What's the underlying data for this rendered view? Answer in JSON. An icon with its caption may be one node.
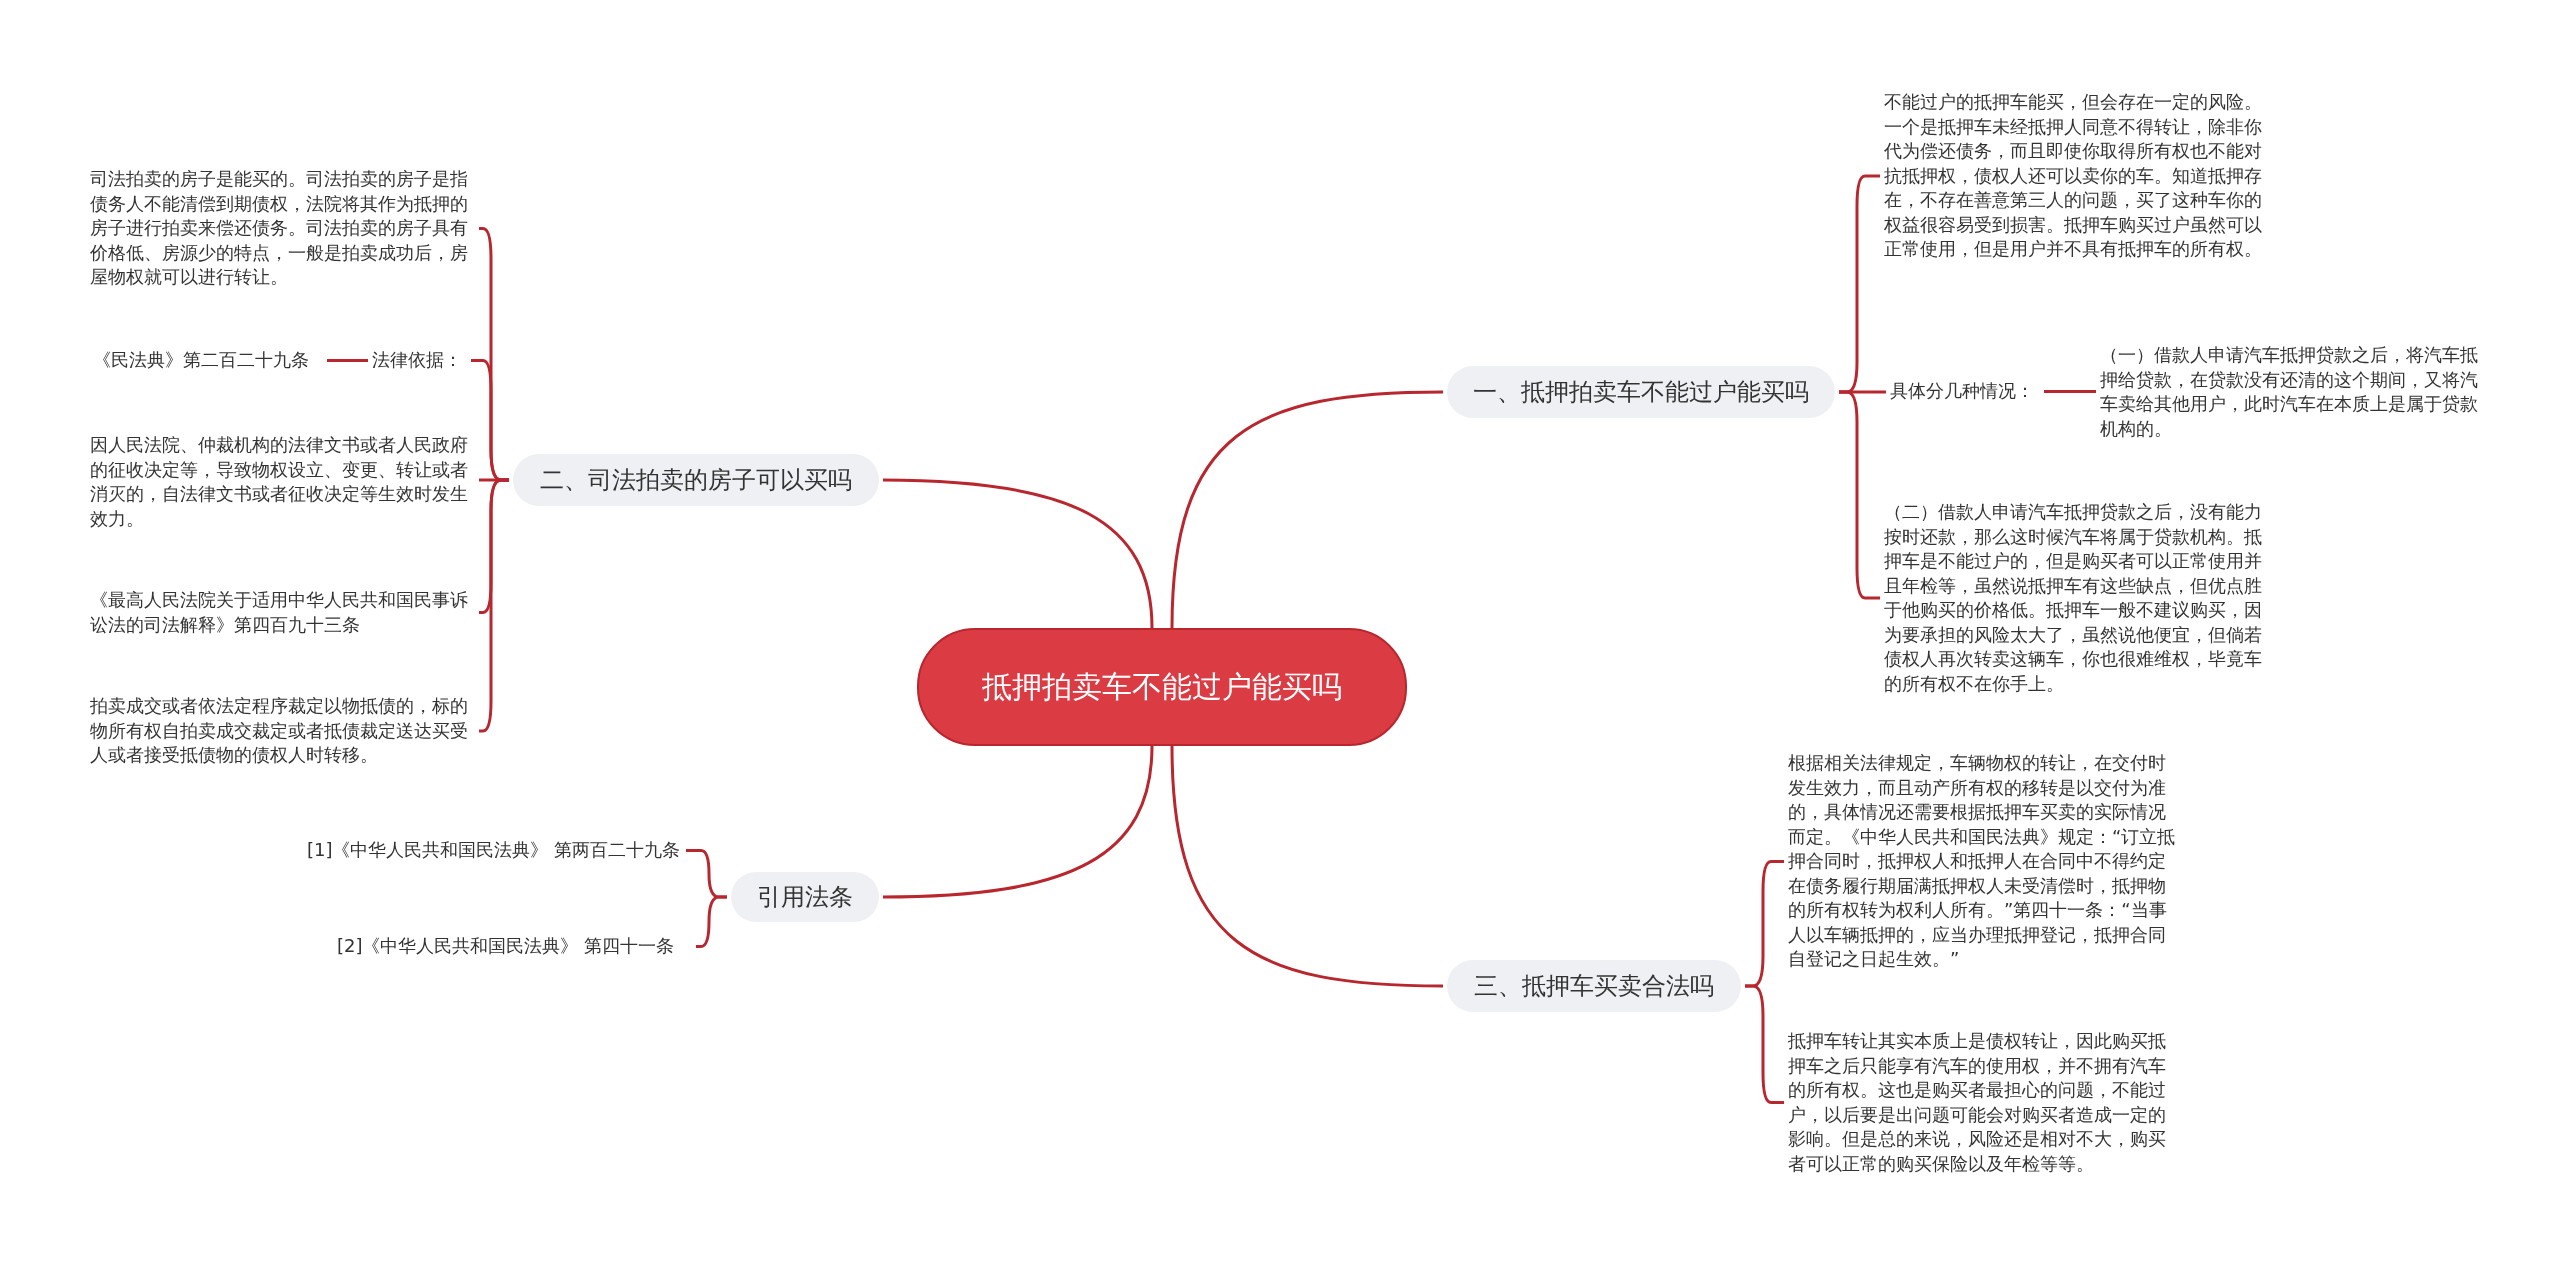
{
  "diagram": {
    "nodes": [
      {
        "text": [
          "抵押拍卖车不能过户能买吗"
        ]
      },
      {
        "text": [
          "一、抵押拍卖车不能过户能买吗"
        ]
      },
      {
        "text": [
          "不能过户的抵押车能买，但会存在一定的风险。一个是抵押车未经抵押人同意不得转让，除非你代为偿还债务，而且即使你取得所有权也不能对抗抵押权，债权人还可以卖你的车。知道抵押存在，不存在善意第三人的问题，买了这种车你的权益很容易受到损害。抵押车购买过户虽然可以正常使用，但是用户并不具有抵押车的所有权。"
        ]
      },
      {
        "text": [
          "具体分几种情况："
        ]
      },
      {
        "text": [
          "（一）借款人申请汽车抵押贷款之后，将汽车抵押给贷款，在贷款没有还清的这个期间，又将汽车卖给其他用户，此时汽车在本质上是属于贷款机构的。"
        ]
      },
      {
        "text": [
          "（二）借款人申请汽车抵押贷款之后，没有能力按时还款，那么这时候汽车将属于贷款机构。抵押车是不能过户的，但是购买者可以正常使用并且年检等，虽然说抵押车有这些缺点，但优点胜于他购买的价格低。抵押车一般不建议购买，因为要承担的风险太大了，虽然说他便宜，但倘若债权人再次转卖这辆车，你也很难维权，毕竟车的所有权不在你手上。"
        ]
      },
      {
        "text": [
          "三、抵押车买卖合法吗"
        ]
      },
      {
        "text": [
          "根据相关法律规定，车辆物权的转让，在交付时发生效力，而且动产所有权的移转是以交付为准的，具体情况还需要根据抵押车买卖的实际情况而定。《中华人民共和国民法典》规定：“订立抵押合同时，抵押权人和抵押人在合同中不得约定在债务履行期届满抵押权人未受清偿时，抵押物的所有权转为权利人所有。”第四十一条：“当事人以车辆抵押的，应当办理抵押登记，抵押合同自登记之日起生效。”"
        ]
      },
      {
        "text": [
          "抵押车转让其实本质上是债权转让，因此购买抵押车之后只能享有汽车的使用权，并不拥有汽车的所有权。这也是购买者最担心的问题，不能过户，以后要是出问题可能会对购买者造成一定的影响。但是总的来说，风险还是相对不大，购买者可以正常的购买保险以及年检等等。"
        ]
      },
      {
        "text": [
          "二、司法拍卖的房子可以买吗"
        ]
      },
      {
        "text": [
          "司法拍卖的房子是能买的。司法拍卖的房子是指债务人不能清偿到期债权，法院将其作为抵押的房子进行拍卖来偿还债务。司法拍卖的房子具有价格低、房源少的特点，一般是拍卖成功后，房屋物权就可以进行转让。"
        ]
      },
      {
        "text": [
          "法律依据："
        ]
      },
      {
        "text": [
          "《民法典》第二百二十九条"
        ]
      },
      {
        "text": [
          "因人民法院、仲裁机构的法律文书或者人民政府的征收决定等，导致物权设立、变更、转让或者消灭的，自法律文书或者征收决定等生效时发生效力。"
        ]
      },
      {
        "text": [
          "《最高人民法院关于适用中华人民共和国民事诉讼法的司法解释》第四百九十三条"
        ]
      },
      {
        "text": [
          "拍卖成交或者依法定程序裁定以物抵债的，标的物所有权自拍卖成交裁定或者抵债裁定送达买受人或者接受抵债物的债权人时转移。"
        ]
      },
      {
        "text": [
          "引用法条"
        ]
      },
      {
        "text": [
          "[1]《中华人民共和国民法典》 第两百二十九条"
        ]
      },
      {
        "text": [
          "[2]《中华人民共和国民法典》 第四十一条"
        ]
      }
    ],
    "edges": [
      {
        "from": 0,
        "to": 1,
        "arrow": "none"
      },
      {
        "from": 1,
        "to": 2,
        "arrow": "none"
      },
      {
        "from": 1,
        "to": 3,
        "arrow": "none"
      },
      {
        "from": 3,
        "to": 4,
        "arrow": "none"
      },
      {
        "from": 1,
        "to": 5,
        "arrow": "none"
      },
      {
        "from": 0,
        "to": 6,
        "arrow": "none"
      },
      {
        "from": 6,
        "to": 7,
        "arrow": "none"
      },
      {
        "from": 6,
        "to": 8,
        "arrow": "none"
      },
      {
        "from": 0,
        "to": 9,
        "arrow": "none"
      },
      {
        "from": 9,
        "to": 10,
        "arrow": "none"
      },
      {
        "from": 9,
        "to": 11,
        "arrow": "none"
      },
      {
        "from": 11,
        "to": 12,
        "arrow": "none"
      },
      {
        "from": 9,
        "to": 13,
        "arrow": "none"
      },
      {
        "from": 9,
        "to": 14,
        "arrow": "none"
      },
      {
        "from": 9,
        "to": 15,
        "arrow": "none"
      },
      {
        "from": 0,
        "to": 16,
        "arrow": "none"
      },
      {
        "from": 16,
        "to": 17,
        "arrow": "none"
      },
      {
        "from": 16,
        "to": 18,
        "arrow": "none"
      }
    ]
  }
}
